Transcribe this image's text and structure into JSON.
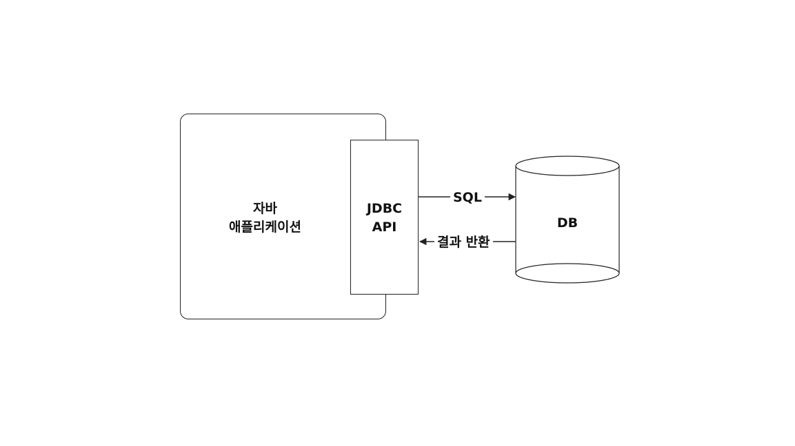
{
  "app": {
    "line1": "자바",
    "line2": "애플리케이션"
  },
  "jdbc": {
    "line1": "JDBC",
    "line2": "API"
  },
  "flows": {
    "request": "SQL",
    "response": "결과 반환"
  },
  "db": {
    "label": "DB"
  },
  "colors": {
    "stroke": "#222222",
    "background": "#ffffff"
  }
}
